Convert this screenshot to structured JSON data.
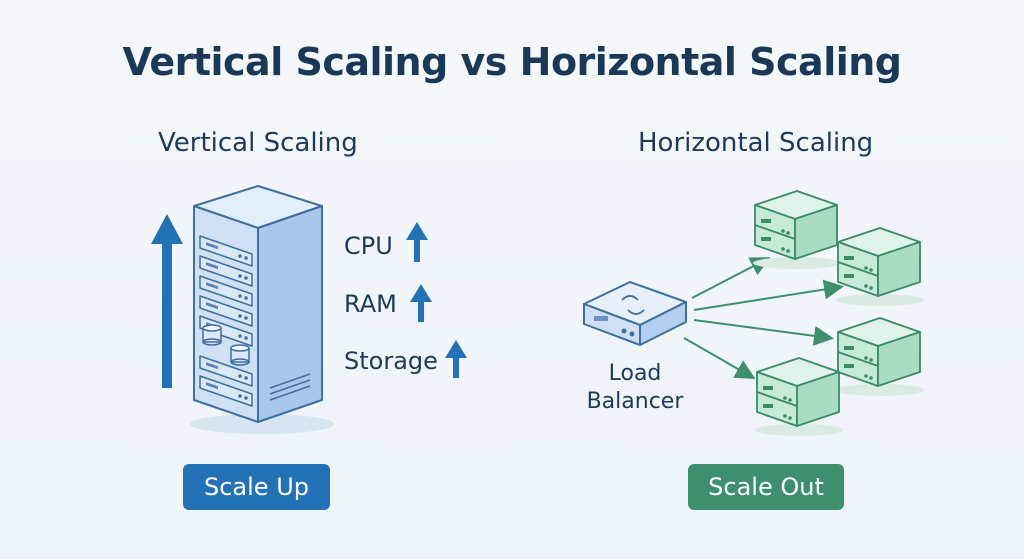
{
  "title": "Vertical Scaling vs Horizontal Scaling",
  "vertical": {
    "title": "Vertical Scaling",
    "metrics": [
      "CPU",
      "RAM",
      "Storage"
    ],
    "badge": "Scale Up"
  },
  "horizontal": {
    "title": "Horizontal Scaling",
    "lb_line1": "Load",
    "lb_line2": "Balancer",
    "badge": "Scale Out"
  },
  "colors": {
    "blue": "#2372b5",
    "green": "#3d8f6e",
    "server_blue": "#bcd6f2",
    "server_green": "#bfe6d2"
  }
}
